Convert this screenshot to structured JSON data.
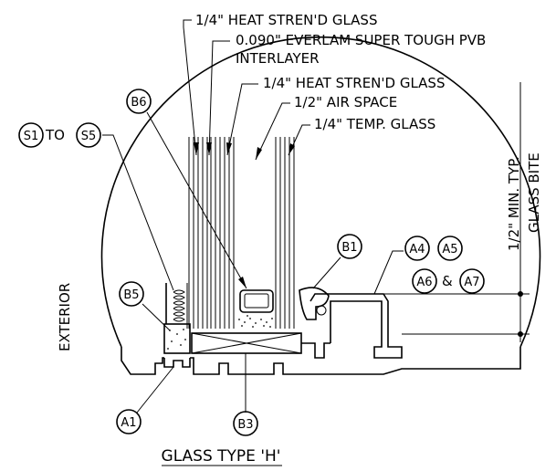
{
  "title": "GLASS TYPE 'H'",
  "side_label": "EXTERIOR",
  "dimension_note": {
    "line1": "1/2\" MIN. TYP.",
    "line2": "GLASS BITE"
  },
  "callouts": {
    "heat_glass_outer": "1/4\" HEAT STREN'D GLASS",
    "interlayer_line1": "0.090\" EVERLAM SUPER TOUGH PVB",
    "interlayer_line2": "INTERLAYER",
    "heat_glass_inner": "1/4\" HEAT STREN'D GLASS",
    "air_space": "1/2\" AIR SPACE",
    "temp_glass": "1/4\" TEMP. GLASS",
    "sealant_connector": "TO",
    "attachments_connector": "&"
  },
  "tags": {
    "S1": "S1",
    "S5": "S5",
    "B6": "B6",
    "B1": "B1",
    "B5": "B5",
    "A4": "A4",
    "A5": "A5",
    "A6": "A6",
    "A7": "A7",
    "A1": "A1",
    "B3": "B3"
  }
}
